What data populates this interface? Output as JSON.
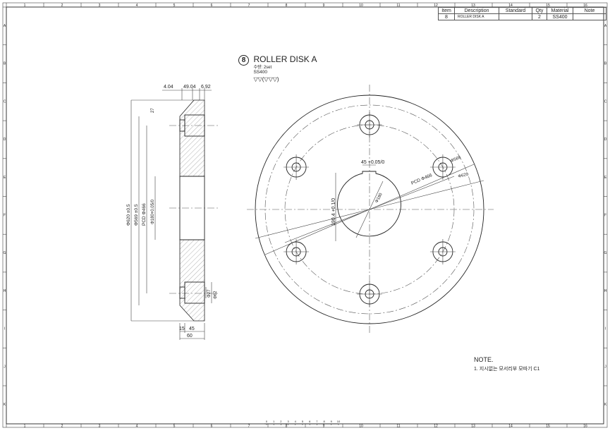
{
  "border": {
    "columns": [
      "1",
      "2",
      "3",
      "4",
      "5",
      "6",
      "7",
      "8",
      "9",
      "10",
      "11",
      "12",
      "13",
      "14",
      "15",
      "16"
    ],
    "rows": [
      "A",
      "B",
      "C",
      "D",
      "E",
      "F",
      "G",
      "H",
      "I",
      "J",
      "K"
    ]
  },
  "bom": {
    "headers": [
      "Item",
      "Description",
      "Standard",
      "Qty",
      "Material",
      "Note"
    ],
    "rows": [
      [
        "8",
        "ROLLER DISK A",
        "",
        "2",
        "SS400",
        ""
      ]
    ]
  },
  "part": {
    "item_no": "8",
    "name": "ROLLER DISK A",
    "qty_label": "수량: 2set",
    "material": "SS400",
    "finish": "▽▽(▽▽▽)"
  },
  "side_view": {
    "dims": {
      "top_left": "4.04",
      "top_mid": "49.04",
      "top_right": "6.92",
      "chamfer": "27",
      "d620": "Φ620 ±0.5",
      "d569": "Φ569 ±0.5",
      "pcd": "PCD Φ466",
      "d180": "Φ180+0.05/0",
      "d27": "Φ27",
      "d62": "Φ62",
      "w15": "15",
      "w45": "45",
      "w60": "60"
    }
  },
  "front_view": {
    "dims": {
      "key_w": "45 +0.05/0",
      "key_h": "190.4 +0.1/0",
      "bore": "Φ180",
      "pcd": "PCD Φ466",
      "d569": "Φ569",
      "d620": "Φ620"
    }
  },
  "note": {
    "title": "NOTE.",
    "items": [
      "1. 지시없는 모서리부 모따기 C1"
    ]
  },
  "scale": {
    "labels": [
      "0",
      "1",
      "2",
      "3",
      "4",
      "5",
      "6",
      "7",
      "8",
      "9",
      "10"
    ]
  }
}
